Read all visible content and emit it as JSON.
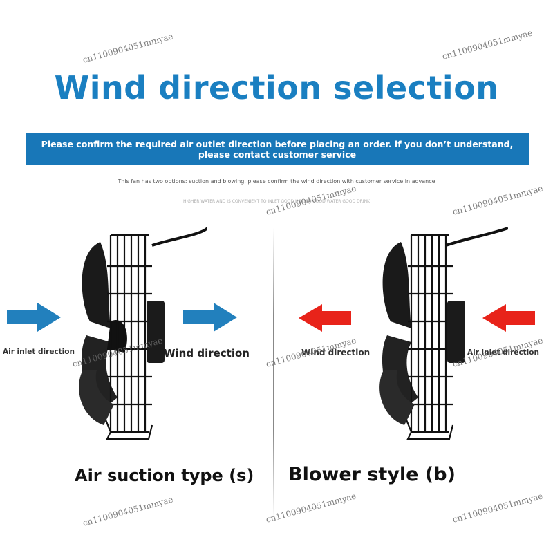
{
  "title": "Wind direction selection",
  "banner_text": "Please confirm the required air outlet direction before placing an order. if you don’t understand, please contact customer service",
  "note_text": "This fan has two options: suction and blowing. please confirm the wind direction with customer service in advance",
  "faint_text": "HIGHER WATER AND IS CONVENIENT TO INLET GOOD HEALTH GOOD WATER GOOD DRINK",
  "watermark": "cn1100904051mmyae",
  "left": {
    "inlet_label": "Air inlet direction",
    "outlet_label": "Wind direction",
    "caption": "Air suction type (s)"
  },
  "right": {
    "outlet_label": "Wind direction",
    "inlet_label": "Air inlet direction",
    "caption": "Blower style (b)"
  },
  "colors": {
    "title": "#1a7fc1",
    "banner": "#1877b8",
    "blue_arrow": "#2280bd",
    "red_arrow": "#e8231a"
  },
  "icons": [
    "blue-arrow-right-icon",
    "red-arrow-left-icon",
    "axial-fan-icon"
  ]
}
